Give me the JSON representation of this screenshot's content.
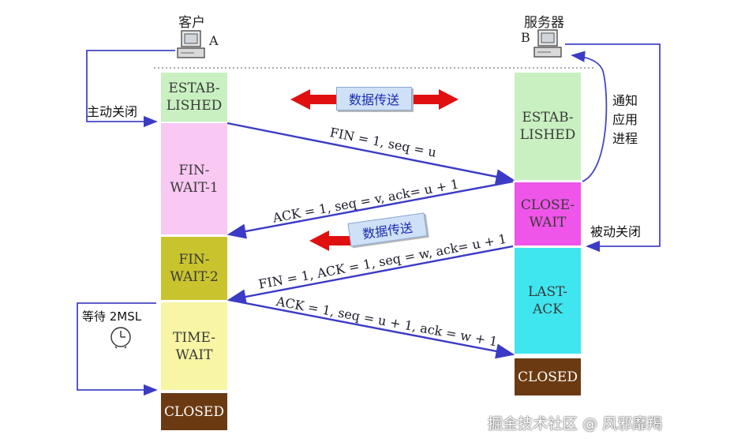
{
  "hosts": {
    "client": {
      "label": "客户",
      "letter": "A"
    },
    "server": {
      "label": "服务器",
      "letter": "B"
    }
  },
  "client_states": [
    {
      "text": "ESTAB-\nLISHED",
      "color": "#c9f0c1"
    },
    {
      "text": "FIN-\nWAIT-1",
      "color": "#f9c8f3"
    },
    {
      "text": "FIN-\nWAIT-2",
      "color": "#c9c32e"
    },
    {
      "text": "TIME-\nWAIT",
      "color": "#f8f5a4"
    },
    {
      "text": "CLOSED",
      "color": "#6b3a12"
    }
  ],
  "server_states": [
    {
      "text": "ESTAB-\nLISHED",
      "color": "#c9f0c1"
    },
    {
      "text": "CLOSE-\nWAIT",
      "color": "#ee55e8"
    },
    {
      "text": "LAST-\nACK",
      "color": "#3fe6ef"
    },
    {
      "text": "CLOSED",
      "color": "#6b3a12"
    }
  ],
  "messages": [
    "FIN = 1, seq = u",
    "ACK = 1, seq = v, ack= u + 1",
    "FIN = 1, ACK = 1, seq = w, ack= u + 1",
    "ACK = 1, seq = u + 1, ack = w + 1"
  ],
  "data_transfer": [
    "数据传送",
    "数据传送"
  ],
  "labels": {
    "active_close": "主动关闭",
    "passive_close": "被动关闭",
    "notify_app": "通知\n应用\n进程",
    "wait_2msl": "等待 2MSL"
  },
  "watermark": "掘金技术社区 @ 风邪靡羯",
  "colors": {
    "arrow": "#3b3bc6",
    "red_arrow": "#e01010",
    "loop": "#4646c8"
  }
}
